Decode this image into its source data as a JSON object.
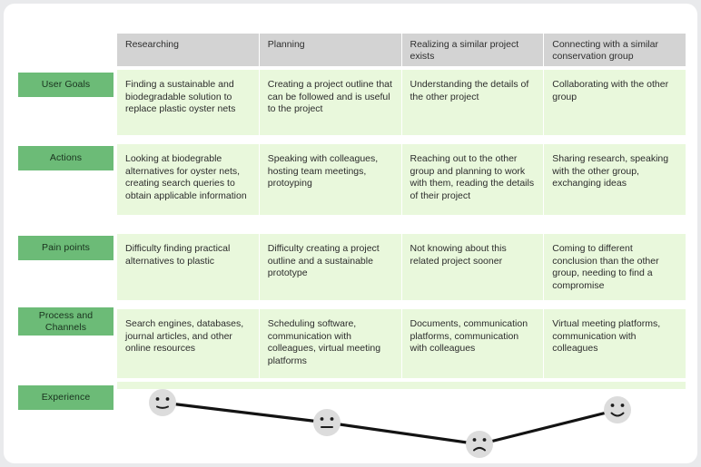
{
  "theme": {
    "page_background": "#e9eaec",
    "canvas_background": "#ffffff",
    "header_cell_background": "#d3d3d3",
    "content_cell_background": "#e9f8dc",
    "row_label_background": "#6cbb77",
    "text_color": "#2c2c2c",
    "line_color": "#131313",
    "face_color": "#dcdcdc"
  },
  "stages": [
    {
      "label": "Researching"
    },
    {
      "label": "Planning"
    },
    {
      "label": "Realizing a similar\nproject exists"
    },
    {
      "label": "Connecting with a similar\nconservation group"
    }
  ],
  "rows": [
    {
      "label": "User Goals",
      "cells": [
        "Finding a sustainable and biodegradable solution to replace plastic oyster nets",
        "Creating a project outline that can be followed and is useful to the project",
        "Understanding the details of the other project",
        "Collaborating with the other group"
      ]
    },
    {
      "label": "Actions",
      "cells": [
        "Looking at biodegrable alternatives for oyster nets, creating search queries to obtain applicable information",
        "Speaking with colleagues, hosting team meetings, protoyping",
        "Reaching out to the other group and planning to work with them, reading the details of their project",
        "Sharing research, speaking with the other group, exchanging ideas"
      ]
    },
    {
      "label": "Pain points",
      "cells": [
        "Difficulty finding practical alternatives to plastic",
        "Difficulty creating a project outline and a sustainable prototype",
        "Not knowing about this related project sooner",
        "Coming to different conclusion than the other group, needing to find a compromise"
      ]
    },
    {
      "label": "Process and Channels",
      "cells": [
        "Search engines, databases, journal articles, and other online resources",
        "Scheduling software, communication with colleagues, virtual meeting platforms",
        "Documents, communication platforms, communication with colleagues",
        "Virtual meeting platforms, communication with colleagues"
      ]
    }
  ],
  "experience": {
    "label": "Experience",
    "chart_data": {
      "type": "line",
      "title": "Experience",
      "xlabel": "",
      "ylabel": "",
      "categories": [
        "Researching",
        "Planning",
        "Realizing a similar project exists",
        "Connecting with a similar conservation group"
      ],
      "values": [
        3,
        2,
        1,
        3
      ],
      "ylim": [
        0,
        4
      ],
      "grid": false,
      "legend": "none",
      "point_markers": [
        "slight-smile-face",
        "neutral-face",
        "sad-face",
        "happy-face"
      ],
      "annotations": [
        "Experience trend dips at the 'Realizing a similar project exists' stage then recovers"
      ]
    }
  }
}
